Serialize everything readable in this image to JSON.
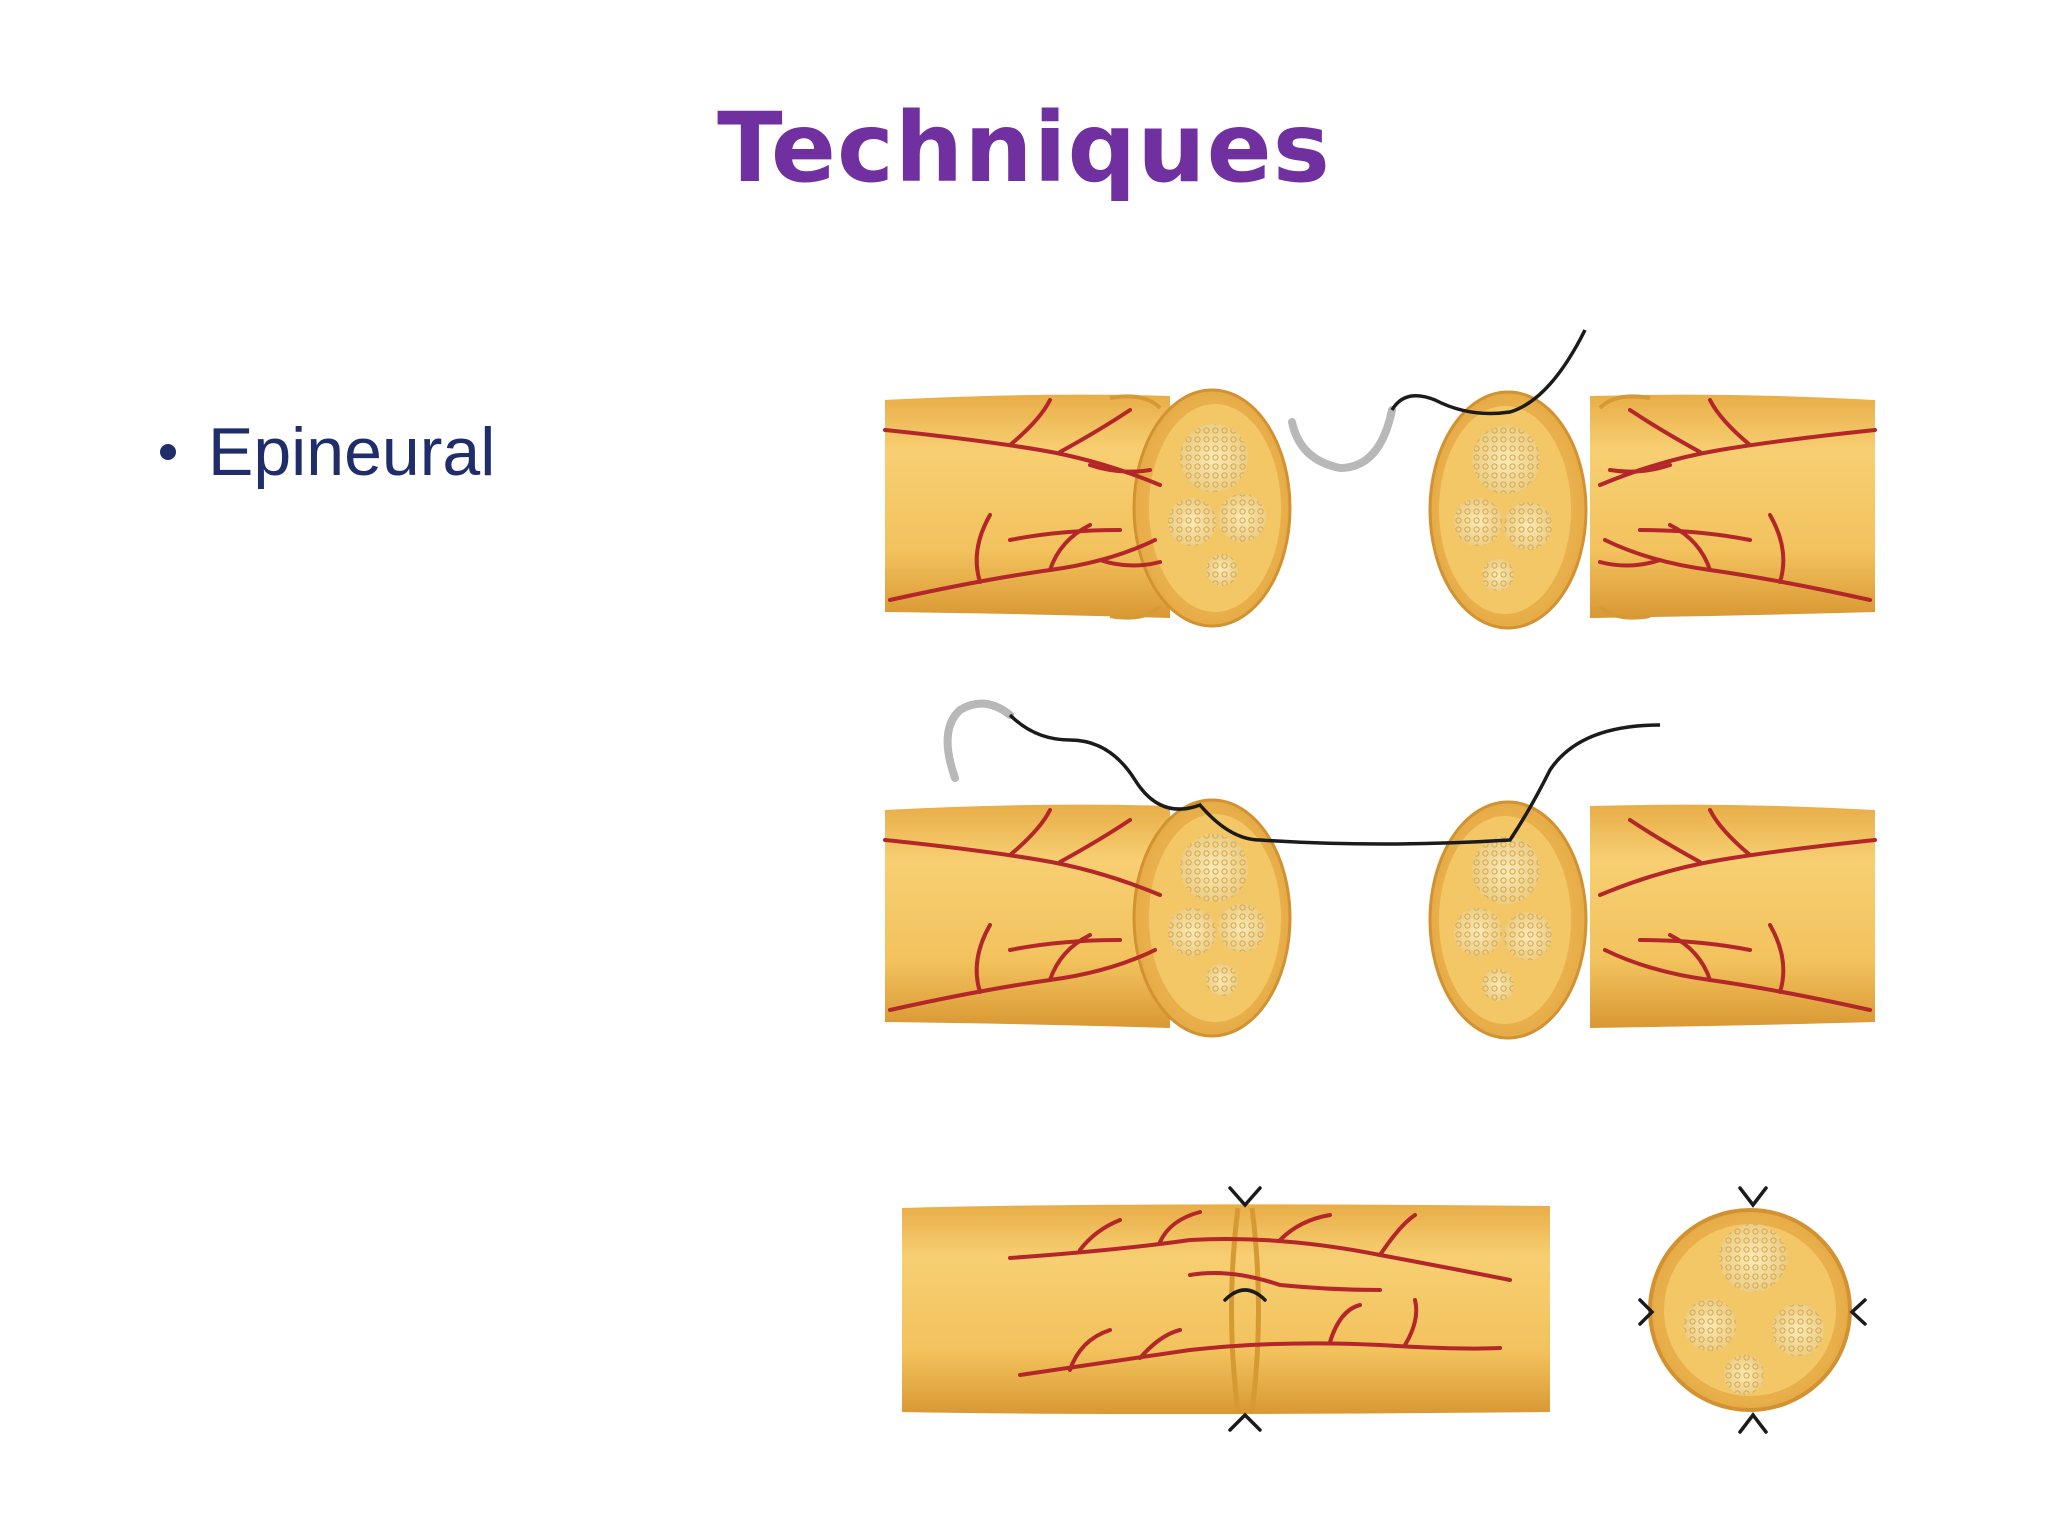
{
  "slide": {
    "title": "Techniques",
    "bullets": [
      "Epineural"
    ]
  },
  "colors": {
    "title": "#7030a0",
    "bullet_text": "#1f2d6b",
    "nerve_fill": "#f2c25d",
    "nerve_shade": "#e2a53f",
    "vessel": "#b3262a",
    "suture": "#1b1b1b",
    "needle": "#b8b8b8"
  },
  "illustration": {
    "icon": "epineural-nerve-repair-illustration"
  }
}
